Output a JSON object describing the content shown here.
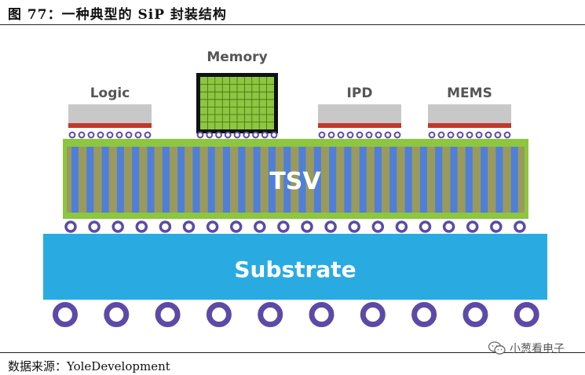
{
  "figure": {
    "title": "图 77：一种典型的 SiP 封装结构",
    "source": "数据来源：YoleDevelopment",
    "watermark": "小葱看电子"
  },
  "components": [
    {
      "id": "logic",
      "label": "Logic"
    },
    {
      "id": "memory",
      "label": "Memory"
    },
    {
      "id": "ipd",
      "label": "IPD"
    },
    {
      "id": "mems",
      "label": "MEMS"
    }
  ],
  "interposer": {
    "label": "TSV"
  },
  "substrate": {
    "label": "Substrate"
  },
  "colors": {
    "chip_gray": "#c8c8c8",
    "chip_red": "#c0392b",
    "green": "#8dc63f",
    "tsv_blue": "#4f7fd8",
    "tsv_olive": "#9a9a5c",
    "bump_purple": "#5c4aa6",
    "substrate_blue": "#29abe2"
  }
}
